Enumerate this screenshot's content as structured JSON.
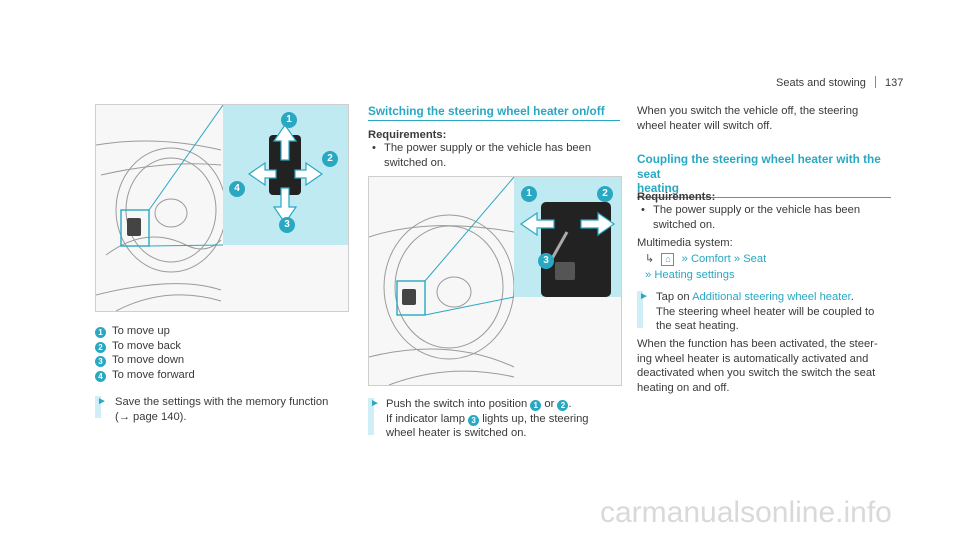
{
  "header": {
    "section": "Seats and stowing",
    "page": "137"
  },
  "col1": {
    "legend": [
      {
        "num": "1",
        "text": "To move up"
      },
      {
        "num": "2",
        "text": "To move back"
      },
      {
        "num": "3",
        "text": "To move down"
      },
      {
        "num": "4",
        "text": "To move forward"
      }
    ],
    "instruction_main": "Save the settings with the memory function",
    "instruction_ref": "(→ page 140)."
  },
  "col2": {
    "heading": "Switching the steering wheel heater on/off",
    "req_label": "Requirements:",
    "req_line1": "The power supply or the vehicle has been",
    "req_line2": "switched on.",
    "step_a": "Push the switch into position",
    "step_num1": "1",
    "step_or": "or",
    "step_num2": "2",
    "step_b": "If indicator lamp",
    "step_num3": "3",
    "step_c": "lights up, the steering",
    "step_d": "wheel heater is switched on."
  },
  "col3": {
    "intro1": "When you switch the vehicle off, the steering",
    "intro2": "wheel heater will switch off.",
    "heading1": "Coupling the steering wheel heater with the seat",
    "heading2": "heating",
    "req_label": "Requirements:",
    "req_line1": "The power supply or the vehicle has been",
    "req_line2": "switched on.",
    "ms_label": "Multimedia system:",
    "nav_comfort": "Comfort",
    "nav_seat": "Seat",
    "nav_heating": "Heating settings",
    "tap_prefix": "Tap on",
    "tap_link": "Additional steering wheel heater",
    "tap_line2": "The steering wheel heater will be coupled to",
    "tap_line3": "the seat heating.",
    "para1": "When the function has been activated, the steer-",
    "para2": "ing wheel heater is automatically activated and",
    "para3": "deactivated when you switch the switch the seat",
    "para4": "heating on and off."
  },
  "fig1": {
    "labels": [
      "1",
      "2",
      "3",
      "4"
    ]
  },
  "fig2": {
    "labels": [
      "1",
      "2",
      "3"
    ]
  },
  "colors": {
    "accent": "#2aa8c2",
    "panel": "#bfeaf2",
    "bar": "#cfeef5"
  },
  "watermark": "carmanualsonline.info"
}
